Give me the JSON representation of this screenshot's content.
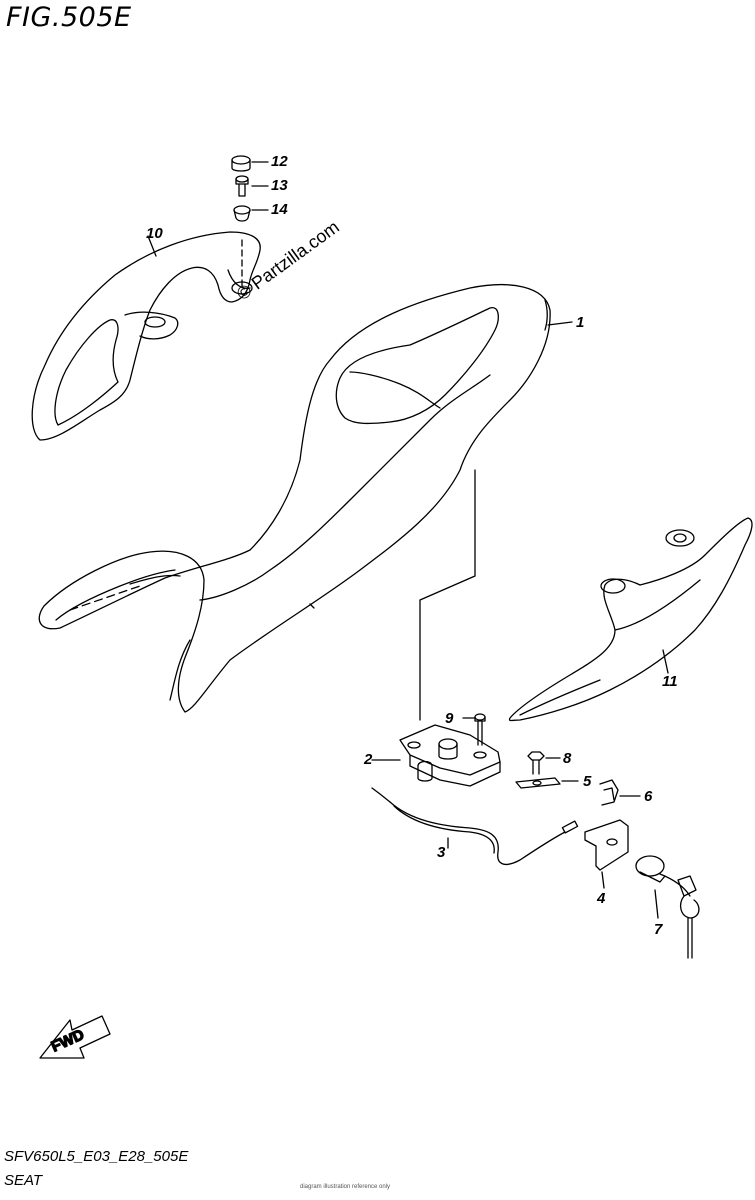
{
  "figure": {
    "title": "FIG.505E",
    "code": "SFV650L5_E03_E28_505E",
    "name": "SEAT",
    "watermark": "© Partzilla.com",
    "fine_print": "diagram illustration reference only",
    "fwd_label": "FWD"
  },
  "callouts": [
    {
      "id": "12",
      "label": "12"
    },
    {
      "id": "13",
      "label": "13"
    },
    {
      "id": "14",
      "label": "14"
    },
    {
      "id": "10",
      "label": "10"
    },
    {
      "id": "1",
      "label": "1"
    },
    {
      "id": "11",
      "label": "11"
    },
    {
      "id": "9",
      "label": "9"
    },
    {
      "id": "2",
      "label": "2"
    },
    {
      "id": "8",
      "label": "8"
    },
    {
      "id": "5",
      "label": "5"
    },
    {
      "id": "6",
      "label": "6"
    },
    {
      "id": "3",
      "label": "3"
    },
    {
      "id": "4",
      "label": "4"
    },
    {
      "id": "7",
      "label": "7"
    }
  ],
  "colors": {
    "line": "#000000",
    "background": "#ffffff"
  }
}
